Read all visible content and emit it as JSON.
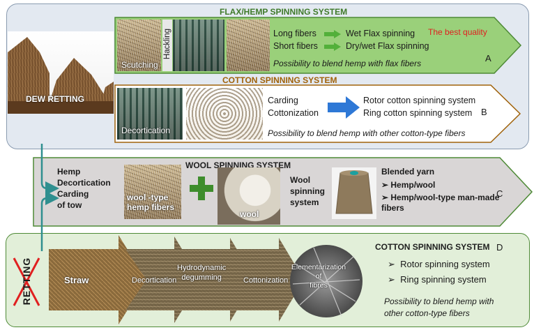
{
  "dew_retting": "DEW RETTING",
  "flax": {
    "title": "FLAX/HEMP SPINNING SYSTEM",
    "scutching": "Scutching",
    "hackling": "Hackling",
    "long": "Long fibers",
    "short": "Short fibers",
    "wet": "Wet Flax spinning",
    "dry": "Dry/wet Flax spinning",
    "best": "The best quality",
    "blend": "Possibility to blend hemp with flax fibers",
    "letter": "A",
    "colors": {
      "fill": "#9ad07a",
      "border": "#4e8a36",
      "arrow": "#53b03a",
      "best": "#e02020"
    }
  },
  "cotton_top": {
    "title": "COTTON SPINNING SYSTEM",
    "decortication": "Decortication",
    "carding": "Carding",
    "cottonization": "Cottonization",
    "rotor": "Rotor cotton spinning system",
    "ring": "Ring cotton spinning system",
    "blend": "Possibility to blend hemp with other cotton-type fibers",
    "letter": "B",
    "colors": {
      "border": "#a0620a",
      "arrow": "#2e78d6"
    }
  },
  "wool": {
    "title": "WOOL SPINNING SYSTEM",
    "hemp_decortication": "Hemp\nDecortication\nCarding\nof tow",
    "wool_type": "wool -type\nhemp fibers",
    "wool": "wool",
    "spinning": "Wool\nspinning\nsystem",
    "blended": "Blended yarn",
    "item1": "Hemp/wool",
    "item2": "Hemp/wool-type man-made\nfibers",
    "letter": "C",
    "colors": {
      "fill": "#d9d6d6",
      "border": "#4e8a36",
      "plus": "#3e8d2c"
    }
  },
  "cotton_bottom": {
    "retting": "RETTING",
    "straw": "Straw",
    "decortication": "Decortication",
    "hydro": "Hydrodynamic\ndegumming",
    "cottonization": "Cottonization",
    "elementarization": "Elementarization\nof\nfibres",
    "title": "COTTON SPINNING SYSTEM",
    "letter": "D",
    "rotor": "Rotor spinning system",
    "ring": "Ring spinning system",
    "blend": "Possibility to blend hemp with\nother cotton-type fibers",
    "colors": {
      "fill": "#e2efd9",
      "border": "#4e8a36",
      "cross": "#e02020"
    }
  },
  "connector_color": "#2f8f8f"
}
